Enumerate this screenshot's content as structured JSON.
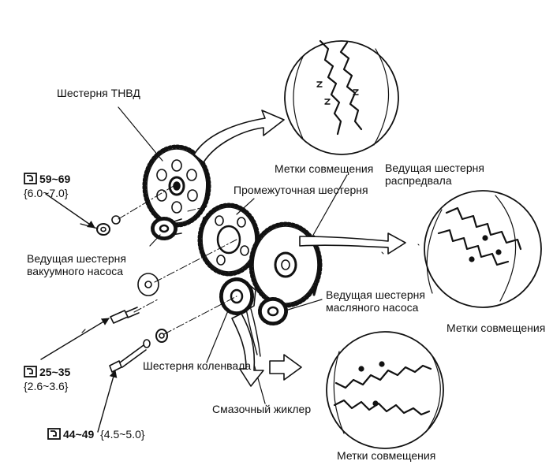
{
  "labels": {
    "tnvd_gear": "Шестерня ТНВД",
    "alignment_marks_top": "Метки совмещения",
    "camshaft_drive_gear": "Ведущая шестерня\nраспредвала",
    "idler_gear": "Промежуточная шестерня",
    "vacuum_pump_gear": "Ведущая шестерня\nвакуумного насоса",
    "oil_pump_gear": "Ведущая шестерня\nмасляного насоса",
    "alignment_marks_right": "Метки совмещения",
    "crankshaft_gear": "Шестерня коленвала",
    "oil_jet": "Смазочный жиклер",
    "alignment_marks_bottom": "Метки совмещения"
  },
  "torques": [
    {
      "value": "59~69",
      "alt": "{6.0~7.0}"
    },
    {
      "value": "25~35",
      "alt": "{2.6~3.6}"
    },
    {
      "value": "44~49",
      "alt": "{4.5~5.0}"
    }
  ],
  "icons": [
    "torque-wrench-icon"
  ]
}
